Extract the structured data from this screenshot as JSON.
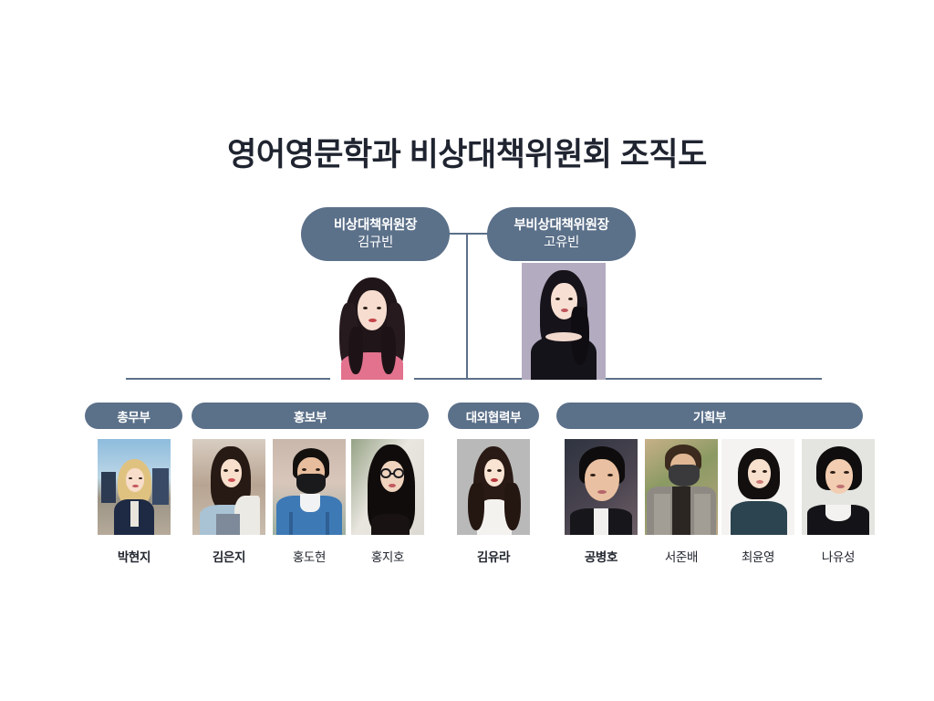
{
  "page": {
    "title": "영어영문학과 비상대책위원회 조직도",
    "background_color": "#ffffff",
    "accent_color": "#5b7089",
    "title_color": "#1f2430",
    "name_color": "#22262f"
  },
  "leadership": [
    {
      "role": "비상대책위원장",
      "name": "김규빈",
      "photo_alt": "김규빈 프로필 사진"
    },
    {
      "role": "부비상대책위원장",
      "name": "고유빈",
      "photo_alt": "고유빈 프로필 사진"
    }
  ],
  "departments": [
    {
      "label": "총무부",
      "members": [
        {
          "name": "박현지",
          "is_lead": true,
          "photo_alt": "박현지 프로필 사진"
        }
      ]
    },
    {
      "label": "홍보부",
      "members": [
        {
          "name": "김은지",
          "is_lead": true,
          "photo_alt": "김은지 프로필 사진"
        },
        {
          "name": "홍도현",
          "is_lead": false,
          "photo_alt": "홍도현 프로필 사진"
        },
        {
          "name": "홍지호",
          "is_lead": false,
          "photo_alt": "홍지호 프로필 사진"
        }
      ]
    },
    {
      "label": "대외협력부",
      "members": [
        {
          "name": "김유라",
          "is_lead": true,
          "photo_alt": "김유라 프로필 사진"
        }
      ]
    },
    {
      "label": "기획부",
      "members": [
        {
          "name": "공병호",
          "is_lead": true,
          "photo_alt": "공병호 프로필 사진"
        },
        {
          "name": "서준배",
          "is_lead": false,
          "photo_alt": "서준배 프로필 사진"
        },
        {
          "name": "최윤영",
          "is_lead": false,
          "photo_alt": "최윤영 프로필 사진"
        },
        {
          "name": "나유성",
          "is_lead": false,
          "photo_alt": "나유성 프로필 사진"
        }
      ]
    }
  ]
}
